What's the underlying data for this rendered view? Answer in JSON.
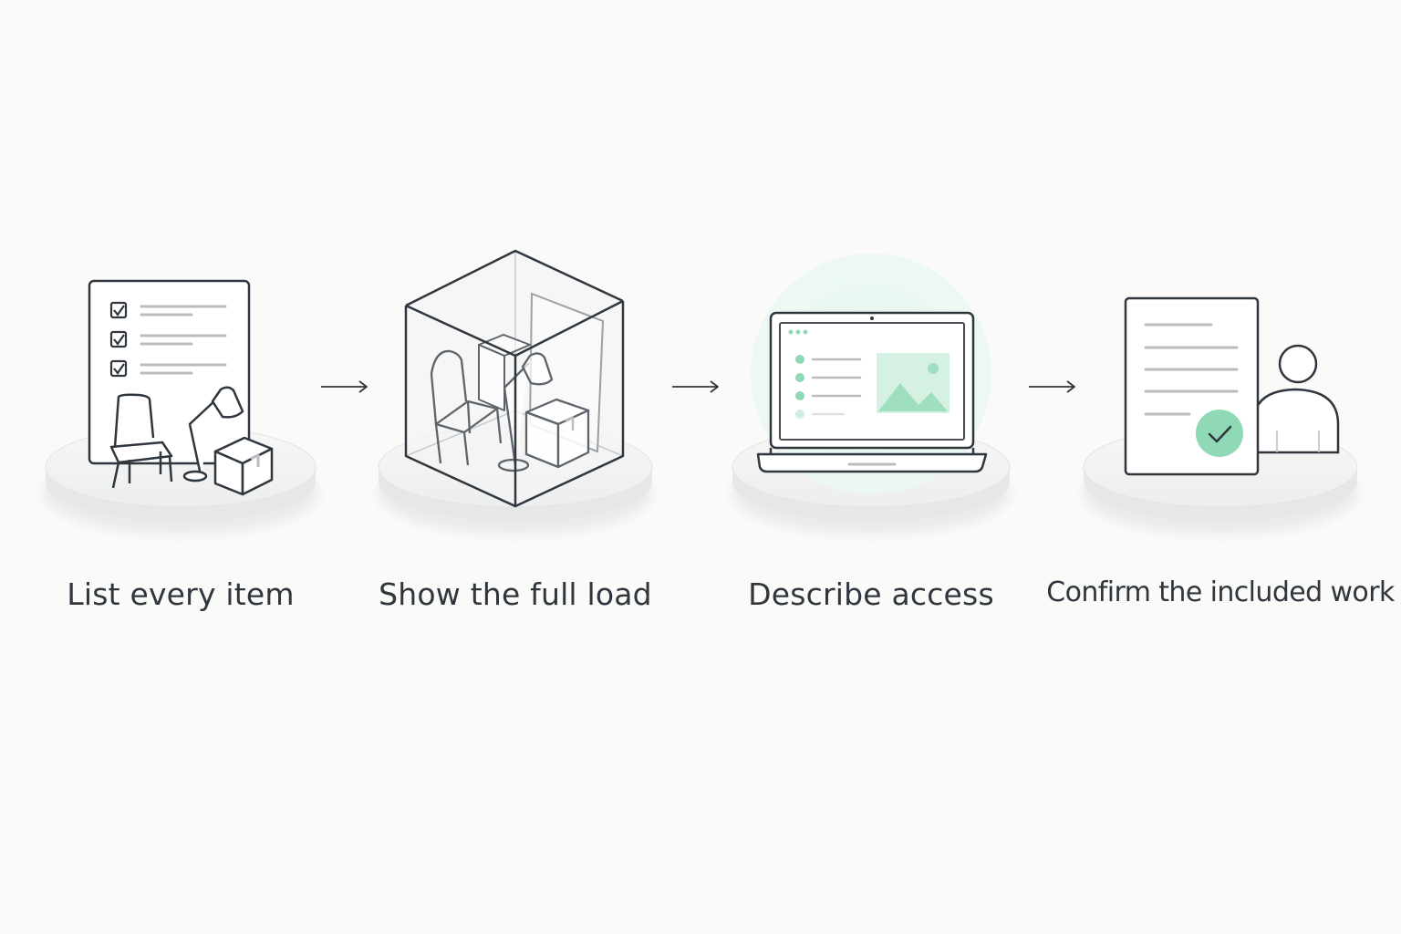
{
  "steps": [
    {
      "label": "List every item"
    },
    {
      "label": "Show the full load"
    },
    {
      "label": "Describe access"
    },
    {
      "label": "Confirm the included work"
    }
  ],
  "colors": {
    "ink": "#2f363e",
    "line_gray": "#b9bdc2",
    "accent_green": "#8fd9b6",
    "accent_green_light": "#e8f6ef",
    "platform": "#f1f2f1",
    "background": "#fafaf8"
  }
}
